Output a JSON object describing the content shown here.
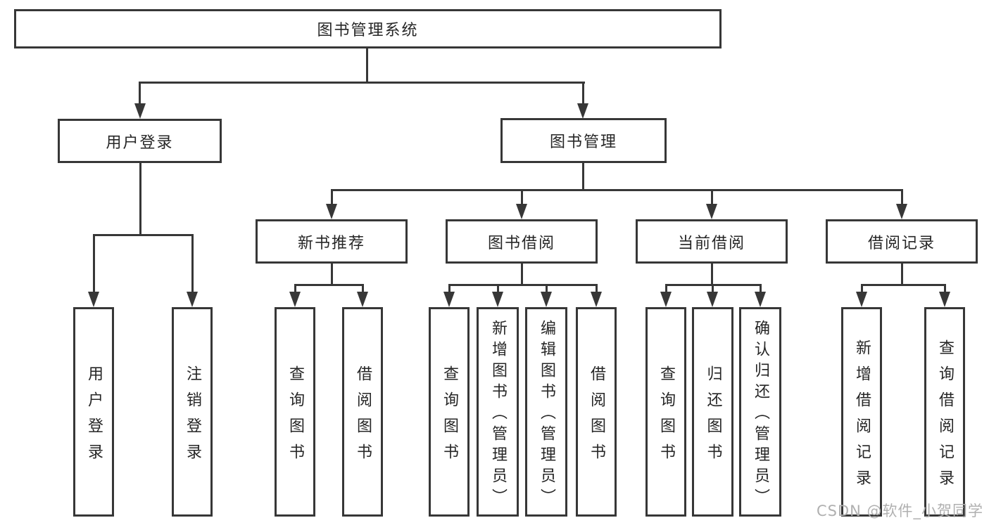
{
  "colors": {
    "line": "#373737",
    "node_border": "#373737",
    "node_background": "#ffffff",
    "text": "#262626",
    "watermark": "#b0b0b0",
    "page_background": "#ffffff"
  },
  "watermark": "CSDN @软件_小贺同学",
  "tree": {
    "root": "图书管理系统",
    "level2": [
      "用户登录",
      "图书管理"
    ],
    "level3": [
      "新书推荐",
      "图书借阅",
      "当前借阅",
      "借阅记录"
    ],
    "groups": [
      {
        "parent": "用户登录",
        "children": [
          "用户登录",
          "注销登录"
        ]
      },
      {
        "parent": "新书推荐",
        "children": [
          "查询图书",
          "借阅图书"
        ]
      },
      {
        "parent": "图书借阅",
        "children": [
          "查询图书",
          "新增图书（管理员）",
          "编辑图书（管理员）",
          "借阅图书"
        ]
      },
      {
        "parent": "当前借阅",
        "children": [
          "查询图书",
          "归还图书",
          "确认归还（管理员）"
        ]
      },
      {
        "parent": "借阅记录",
        "children": [
          "新增借阅记录",
          "查询借阅记录"
        ]
      }
    ]
  }
}
